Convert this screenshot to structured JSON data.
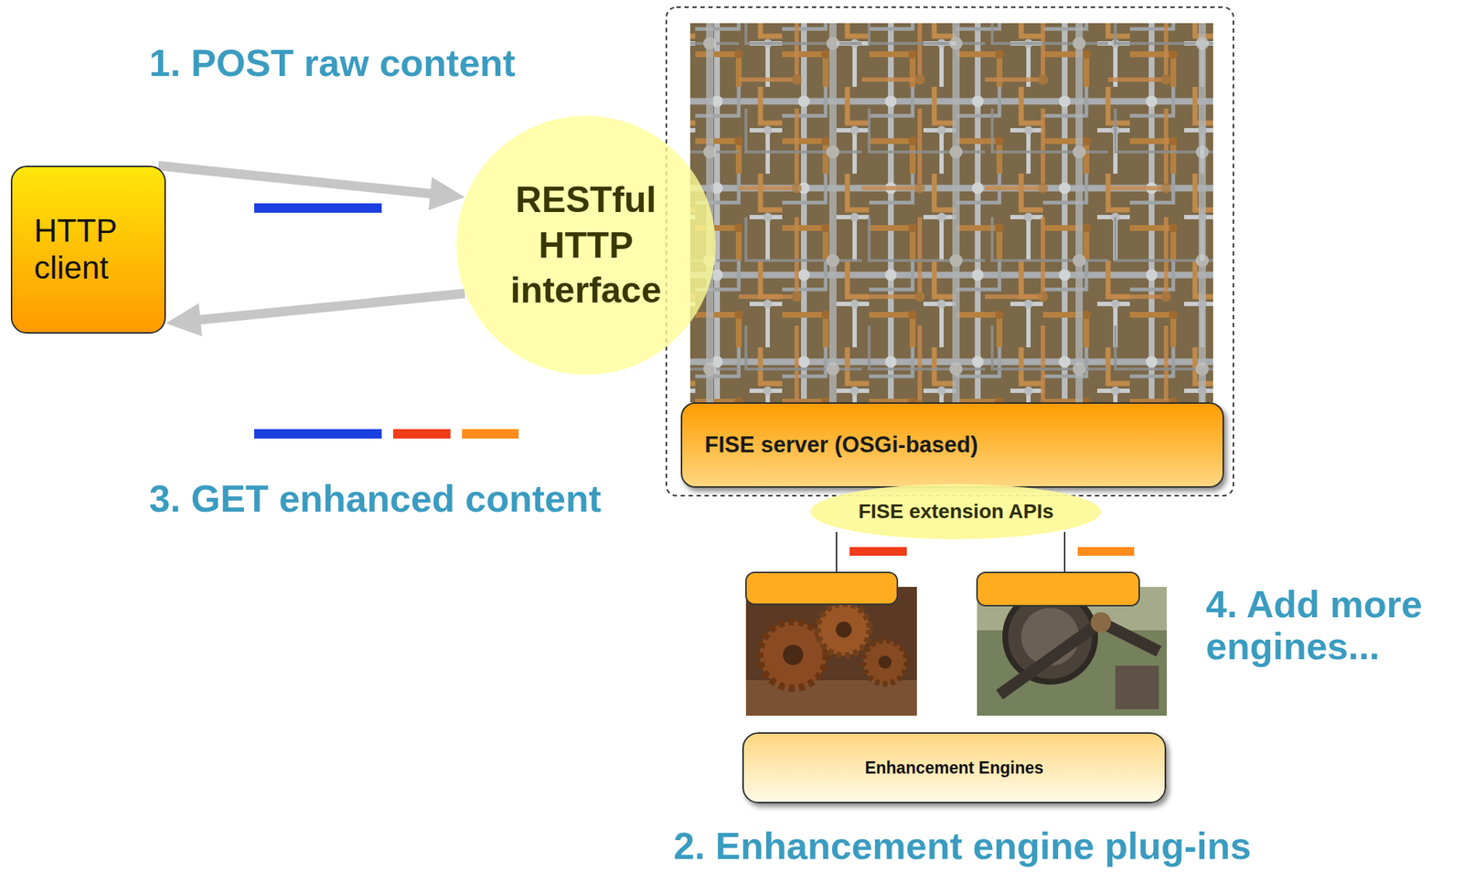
{
  "diagram": {
    "nodes": [
      {
        "text": [
          "HTTP client"
        ]
      },
      {
        "text": [
          "RESTful HTTP interface"
        ]
      },
      {
        "text": [
          "FISE server (OSGi-based)"
        ]
      },
      {
        "text": [
          "FISE extension APIs"
        ]
      },
      {
        "text": [
          "Enhancement Engines"
        ]
      }
    ],
    "edges": [
      {
        "from": 0,
        "to": 1,
        "arrow": "to"
      },
      {
        "from": 1,
        "to": 0,
        "arrow": "to"
      }
    ],
    "labels": [
      "1. POST raw content",
      "3. GET enhanced content",
      "4. Add more engines...",
      "2. Enhancement engine plug-ins"
    ]
  }
}
